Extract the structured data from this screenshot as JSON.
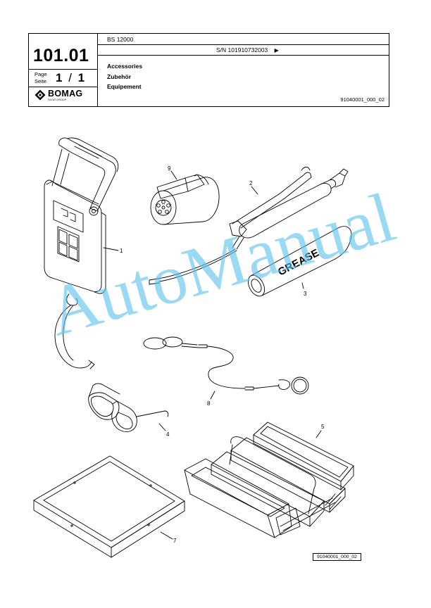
{
  "header": {
    "document_number": "101.01",
    "page_label_en": "Page",
    "page_label_de": "Seite",
    "page_current": "1",
    "page_separator": "/",
    "page_total": "1",
    "brand": "BOMAG",
    "brand_sub": "FAYAT GROUP",
    "model": "BS 12000",
    "serial": "S/N 101910732003",
    "title_en": "Accessories",
    "title_de": "Zubehör",
    "title_fr": "Equipement",
    "drawing_ref": "91040001_000_02"
  },
  "drawing": {
    "labels": {
      "p1": "1",
      "p2": "2",
      "p3": "3",
      "p4": "4",
      "p5": "5",
      "p7": "7",
      "p8": "8",
      "p9": "9",
      "grease": "GREASE"
    },
    "drawing_ref": "91040001_000_02"
  },
  "watermark": "AutoManual",
  "colors": {
    "watermark": "#5cc3ee",
    "line": "#000000"
  },
  "icons": {
    "serial_arrow": "play-triangle-icon",
    "brand_logo": "bomag-diamond-icon"
  }
}
